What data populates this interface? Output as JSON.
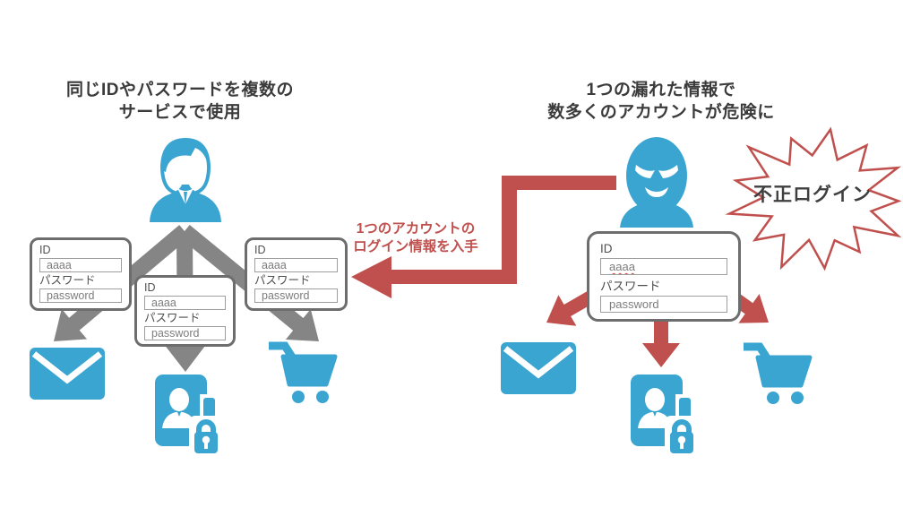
{
  "colors": {
    "service_blue": "#3ba5d2",
    "danger_red": "#c0504d",
    "arrow_gray": "#858585",
    "box_border_gray": "#6d6d6d",
    "title_text": "#3b3b3b",
    "form_label_text": "#4f4f4f",
    "form_value_text": "#7d7d7d",
    "spellcheck_squiggle": "#d4453c"
  },
  "left": {
    "title_line1": "同じIDやパスワードを複数の",
    "title_line2": "サービスで使用",
    "person_icon": "user-icon",
    "forms": [
      {
        "id_label": "ID",
        "id_value": "aaaa",
        "password_label": "パスワード",
        "password_value": "password"
      },
      {
        "id_label": "ID",
        "id_value": "aaaa",
        "password_label": "パスワード",
        "password_value": "password"
      },
      {
        "id_label": "ID",
        "id_value": "aaaa",
        "password_label": "パスワード",
        "password_value": "password"
      }
    ],
    "service_icons": [
      "email-icon",
      "account-lock-icon",
      "cart-icon"
    ]
  },
  "right": {
    "title_line1": "1つの漏れた情報で",
    "title_line2": "数多くのアカウントが危険に",
    "hacker_icon": "hacker-mask-icon",
    "form": {
      "id_label": "ID",
      "id_value": "aaaa",
      "password_label": "パスワード",
      "password_value": "password"
    },
    "burst_label": "不正ログイン",
    "service_icons": [
      "email-icon",
      "account-lock-icon",
      "cart-icon"
    ]
  },
  "transfer": {
    "line1": "1つのアカウントの",
    "line2": "ログイン情報を入手"
  }
}
